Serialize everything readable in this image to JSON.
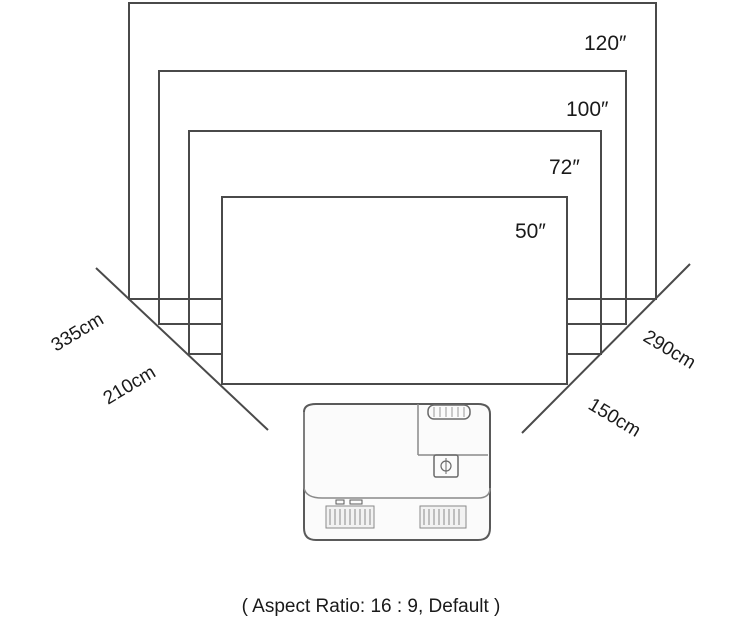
{
  "screens": [
    {
      "size_label": "120″"
    },
    {
      "size_label": "100″"
    },
    {
      "size_label": "72″"
    },
    {
      "size_label": "50″"
    }
  ],
  "distances": {
    "left_outer": "335cm",
    "left_inner": "210cm",
    "right_outer": "290cm",
    "right_inner": "150cm"
  },
  "caption": "( Aspect Ratio: 16 : 9, Default )",
  "colors": {
    "line": "#4a4a4a",
    "text": "#1a1a1a",
    "background": "#ffffff"
  }
}
